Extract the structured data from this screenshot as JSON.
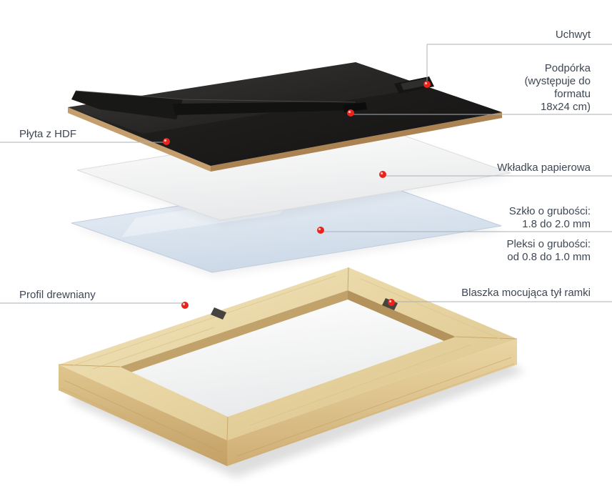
{
  "labels": {
    "uchwyt": "Uchwyt",
    "podporka": [
      "Podpórka",
      "(występuje do",
      "formatu",
      "18x24 cm)"
    ],
    "plyta_hdf": "Płyta z HDF",
    "wkladka": "Wkładka papierowa",
    "szklo": [
      "Szkło o grubości:",
      "1.8 do 2.0 mm"
    ],
    "pleksi": [
      "Pleksi o grubości:",
      "od 0.8 do 1.0 mm"
    ],
    "profil": "Profil drewniany",
    "blaszka": "Blaszka mocująca tył ramki"
  },
  "colors": {
    "callout_dot": "#e8251d",
    "leader_line": "#a9b0b7",
    "label_text": "#3e4753",
    "wood_light": "#ecd9a8",
    "wood_dark": "#c6a36a",
    "board_black": "#1c1b1a",
    "board_edge": "#c49e6c",
    "glass_tint": "#d5e0ec",
    "paper": "#ffffff"
  }
}
